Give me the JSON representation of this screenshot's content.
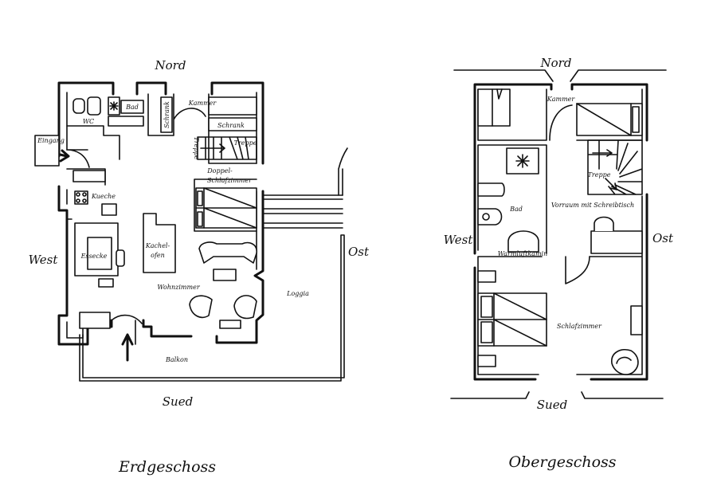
{
  "ground": {
    "title": "Erdgeschoss",
    "compass": {
      "north": "Nord",
      "south": "Sued",
      "west": "West",
      "east": "Ost"
    },
    "rooms": {
      "eingang": "Eingang",
      "wc": "WC",
      "bad": "Bad",
      "schrank_vertical": "Schrank",
      "kammer": "Kammer",
      "schrank": "Schrank",
      "treppe_vertical": "Treppe",
      "treppe": "Treppe",
      "doppel": "Doppel-",
      "schlafzimmer": "Schlafzimmer",
      "kueche": "Kueche",
      "essecke": "Essecke",
      "kachel": "Kachel-",
      "ofen": "ofen",
      "wohnzimmer": "Wohnzimmer",
      "loggia": "Loggia",
      "balkon": "Balkon"
    }
  },
  "upper": {
    "title": "Obergeschoss",
    "compass": {
      "north": "Nord",
      "south": "Sued",
      "west": "West",
      "east": "Ost"
    },
    "rooms": {
      "kammer": "Kammer",
      "bad": "Bad",
      "treppe": "Treppe",
      "vorraum": "Vorraum mit Schreibtisch",
      "warmluftkamin": "Warmluftkamin",
      "schlafzimmer": "Schlafzimmer"
    }
  }
}
